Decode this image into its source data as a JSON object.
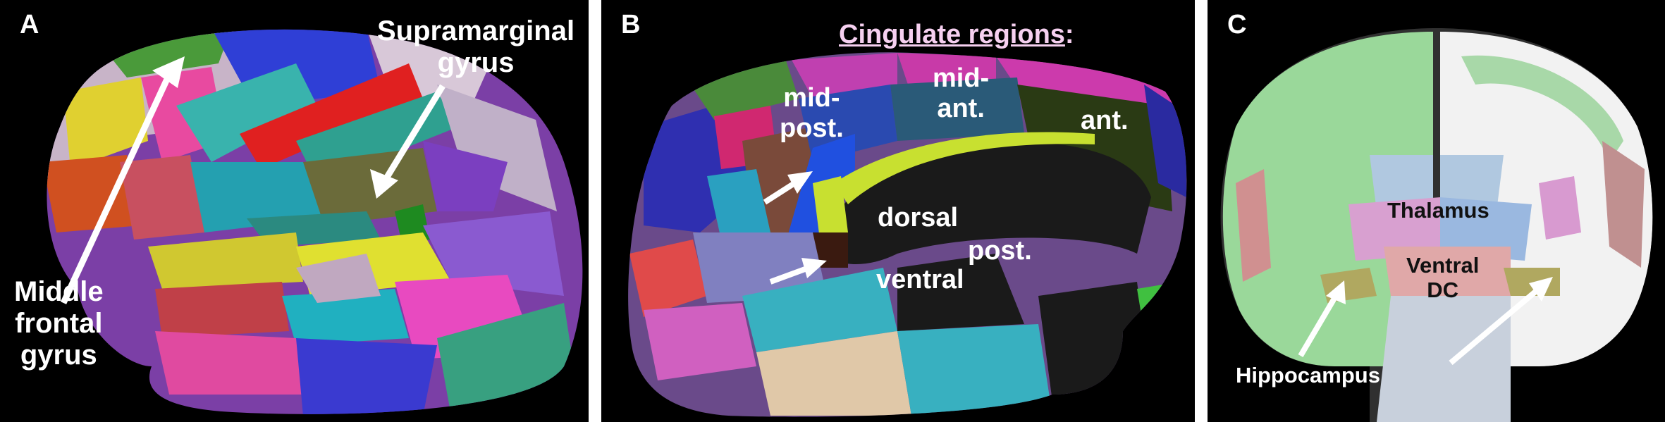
{
  "figure": {
    "panel_a": {
      "letter": "A",
      "labels": {
        "supramarginal_line1": "Supramarginal",
        "supramarginal_line2": "gyrus",
        "middle_frontal_line1": "Middle",
        "middle_frontal_line2": "frontal",
        "middle_frontal_line3": "gyrus"
      }
    },
    "panel_b": {
      "letter": "B",
      "labels": {
        "heading": "Cingulate regions",
        "heading_colon": ":",
        "mid_post_line1": "mid-",
        "mid_post_line2": "post.",
        "mid_ant_line1": "mid-",
        "mid_ant_line2": "ant.",
        "ant": "ant.",
        "dorsal": "dorsal",
        "post": "post.",
        "ventral": "ventral"
      }
    },
    "panel_c": {
      "letter": "C",
      "labels": {
        "thalamus": "Thalamus",
        "ventral_dc_line1": "Ventral",
        "ventral_dc_line2": "DC",
        "hippocampus": "Hippocampus"
      }
    }
  },
  "colors": {
    "background": "#000000",
    "label_text": "#ffffff",
    "heading_text": "#f6d0f0"
  }
}
